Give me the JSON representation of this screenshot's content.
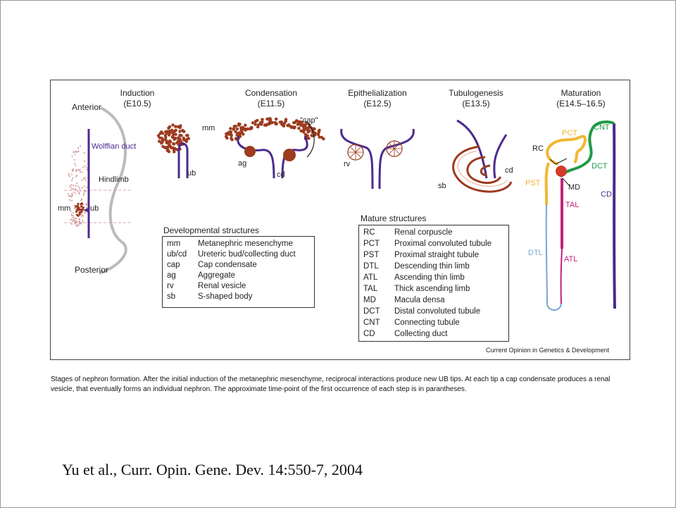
{
  "stages": [
    {
      "name": "Induction",
      "time": "(E10.5)"
    },
    {
      "name": "Condensation",
      "time": "(E11.5)"
    },
    {
      "name": "Epithelialization",
      "time": "(E12.5)"
    },
    {
      "name": "Tubulogenesis",
      "time": "(E13.5)"
    },
    {
      "name": "Maturation",
      "time": "(E14.5–16.5)"
    }
  ],
  "embryo_labels": {
    "anterior": "Anterior",
    "posterior": "Posterior",
    "wolffian": "Wolffian duct",
    "hindlimb": "Hindlimb",
    "mm": "mm",
    "ub": "ub"
  },
  "structure_labels": {
    "induction_mm": "mm",
    "induction_ub": "ub",
    "cond_cap": "\"cap\"",
    "cond_ag": "ag",
    "cond_cd": "cd",
    "epi_rv": "rv",
    "tub_sb": "sb",
    "tub_cd": "cd",
    "mat_pct": "PCT",
    "mat_cnt": "CNT",
    "mat_rc": "RC",
    "mat_dct": "DCT",
    "mat_pst": "PST",
    "mat_md": "MD",
    "mat_cd": "CD",
    "mat_tal": "TAL",
    "mat_dtl": "DTL",
    "mat_atl": "ATL"
  },
  "colors": {
    "purple": "#4b2a8c",
    "brown": "#9c3b1e",
    "yellow": "#f2b630",
    "green": "#1e9a48",
    "magenta": "#c2207a",
    "blue": "#7ba4d4",
    "grey": "#b9b9b9"
  },
  "developmental": {
    "title": "Developmental structures",
    "rows": [
      {
        "abbr": "mm",
        "desc": "Metanephric mesenchyme"
      },
      {
        "abbr": "ub/cd",
        "desc": "Ureteric bud/collecting duct"
      },
      {
        "abbr": "cap",
        "desc": "Cap condensate"
      },
      {
        "abbr": "ag",
        "desc": "Aggregate"
      },
      {
        "abbr": "rv",
        "desc": "Renal vesicle"
      },
      {
        "abbr": "sb",
        "desc": "S-shaped body"
      }
    ]
  },
  "mature": {
    "title": "Mature structures",
    "rows": [
      {
        "abbr": "RC",
        "desc": "Renal corpuscle"
      },
      {
        "abbr": "PCT",
        "desc": "Proximal convoluted tubule"
      },
      {
        "abbr": "PST",
        "desc": "Proximal straight tubule"
      },
      {
        "abbr": "DTL",
        "desc": "Descending thin limb"
      },
      {
        "abbr": "ATL",
        "desc": "Ascending thin limb"
      },
      {
        "abbr": "TAL",
        "desc": "Thick ascending limb"
      },
      {
        "abbr": "MD",
        "desc": "Macula densa"
      },
      {
        "abbr": "DCT",
        "desc": "Distal convoluted tubule"
      },
      {
        "abbr": "CNT",
        "desc": "Connecting tubule"
      },
      {
        "abbr": "CD",
        "desc": "Collecting duct"
      }
    ]
  },
  "credit": "Current Opinion in Genetics & Development",
  "caption": "Stages of nephron formation. After the initial induction of the metanephric mesenchyme, reciprocal interactions produce new UB tips. At each tip a cap condensate produces a renal vesicle, that eventually forms an individual nephron. The approximate time-point of the first occurrence of each step is in parantheses.",
  "citation": "Yu et al., Curr. Opin. Gene. Dev. 14:550-7, 2004"
}
